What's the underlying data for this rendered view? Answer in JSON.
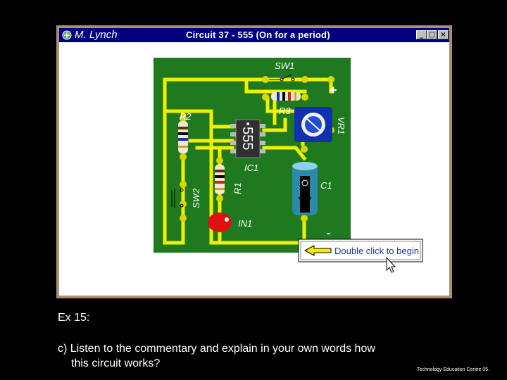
{
  "window": {
    "author": "M. Lynch",
    "title": "Circuit 37 - 555  (On for a period)",
    "minimize_glyph": "_",
    "maximize_glyph": "□",
    "close_glyph": "×"
  },
  "circuit": {
    "labels": {
      "sw1": "SW1",
      "plus": "+",
      "minus": "-",
      "r2": "R2",
      "r3": "R3",
      "vr1": "VR1",
      "ic_chip": "555",
      "ic1": "IC1",
      "sw2": "SW2",
      "r1": "R1",
      "c1": "C1",
      "led": "IN1"
    },
    "hint": "Double click to begin",
    "colors": {
      "board": "#1f7a1f",
      "track": "#f0f000",
      "led": "#e01010",
      "pot": "#1030b0",
      "capacitor": "#2a8aa8"
    }
  },
  "caption": {
    "exercise": "Ex 15:",
    "question_line1": "c) Listen to the commentary and explain in your own words how",
    "question_line2": "this circuit works?",
    "credit": "Technology Education Centre 05."
  }
}
